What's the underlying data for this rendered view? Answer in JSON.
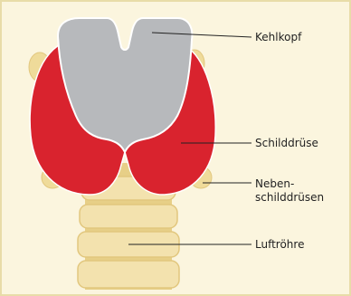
{
  "diagram": {
    "labels": {
      "larynx": "Kehlkopf",
      "thyroid": "Schilddrüse",
      "parathyroid_line1": "Neben-",
      "parathyroid_line2": "schilddrüsen",
      "trachea": "Luftröhre"
    },
    "colors": {
      "background": "#fbf5de",
      "border": "#e8dca8",
      "thyroid": "#d9232e",
      "thyroid_outline": "#ffffff",
      "larynx": "#b7b9bc",
      "cartilage": "#f3e2ae",
      "cartilage_shadow": "#e7cf87",
      "parathyroid": "#efdb9a",
      "leader_line": "#222222"
    }
  }
}
